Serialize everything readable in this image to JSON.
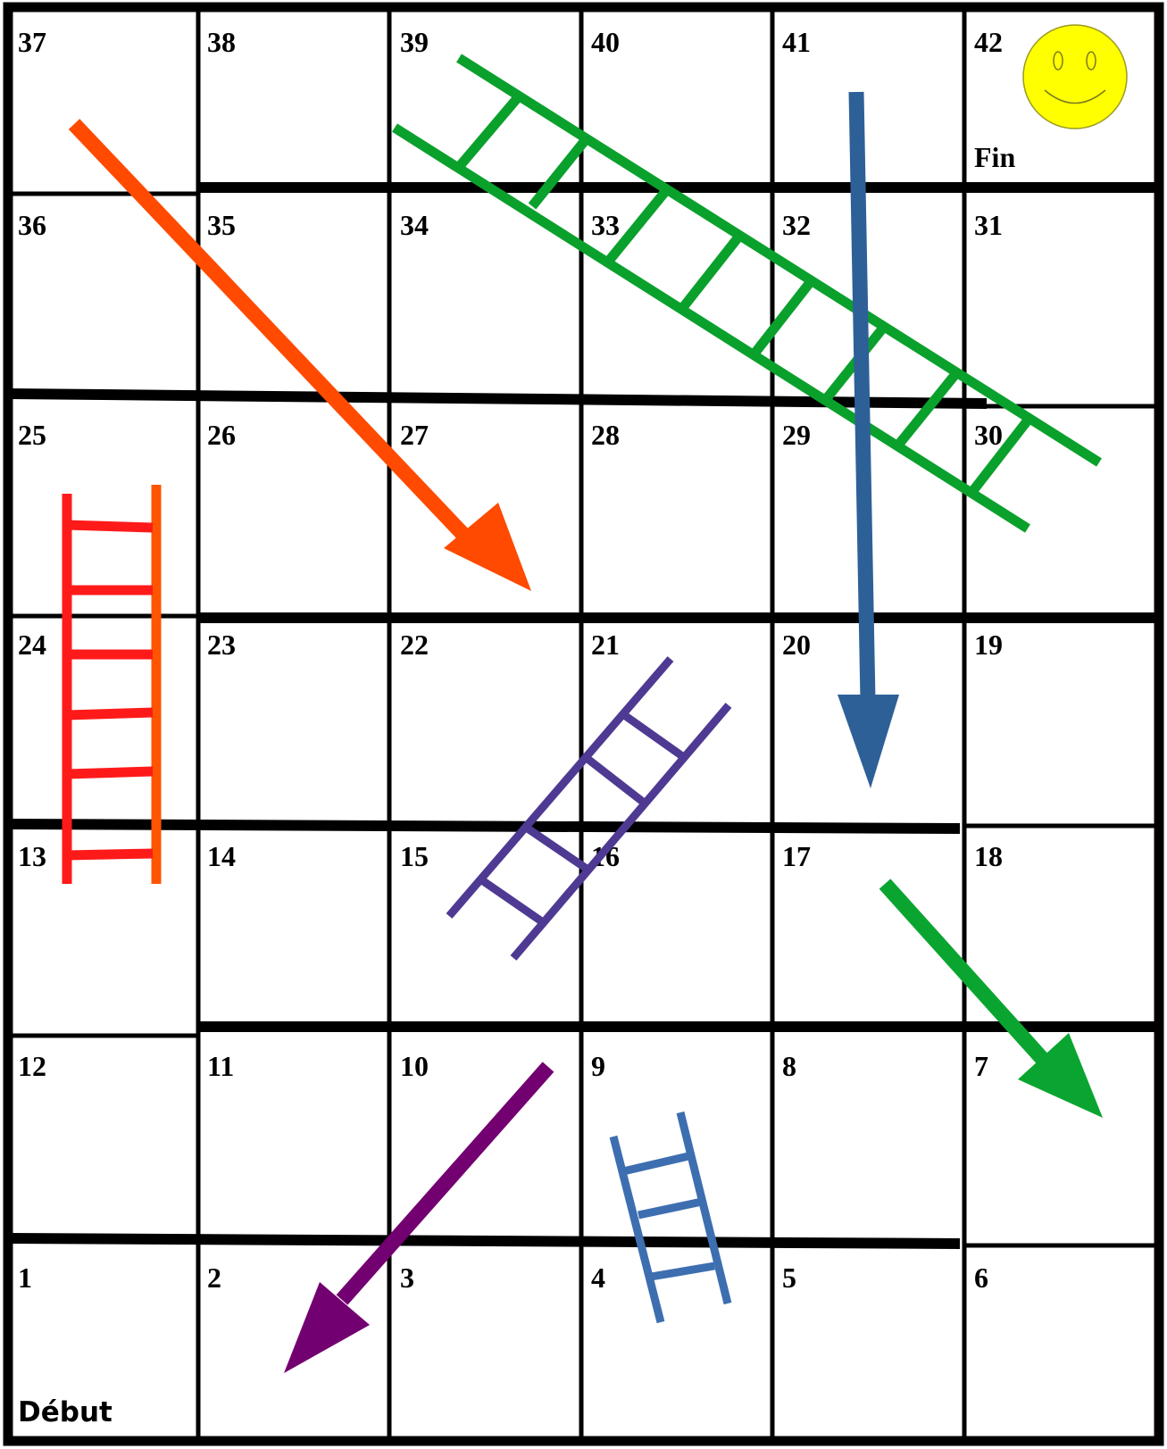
{
  "board": {
    "rows": [
      [
        37,
        38,
        39,
        40,
        41,
        42
      ],
      [
        36,
        35,
        34,
        33,
        32,
        31
      ],
      [
        25,
        26,
        27,
        28,
        29,
        30
      ],
      [
        24,
        23,
        22,
        21,
        20,
        19
      ],
      [
        13,
        14,
        15,
        16,
        17,
        18
      ],
      [
        12,
        11,
        10,
        9,
        8,
        7
      ],
      [
        1,
        2,
        3,
        4,
        5,
        6
      ]
    ],
    "start_label": "Début",
    "finish_label": "Fin",
    "finish_icon": "smiley-face-icon"
  },
  "colors": {
    "grid": "#000000",
    "ladder_green": "#0aa02c",
    "ladder_red": "#ff1a1a",
    "ladder_red_right_rail": "#ff5500",
    "ladder_purple": "#4e3a92",
    "ladder_blue": "#3d6eb0",
    "arrow_orange": "#ff4a00",
    "arrow_steel_blue": "#2e6098",
    "arrow_green": "#0aa530",
    "arrow_purple": "#730070",
    "smiley_face": "#ffff00"
  }
}
